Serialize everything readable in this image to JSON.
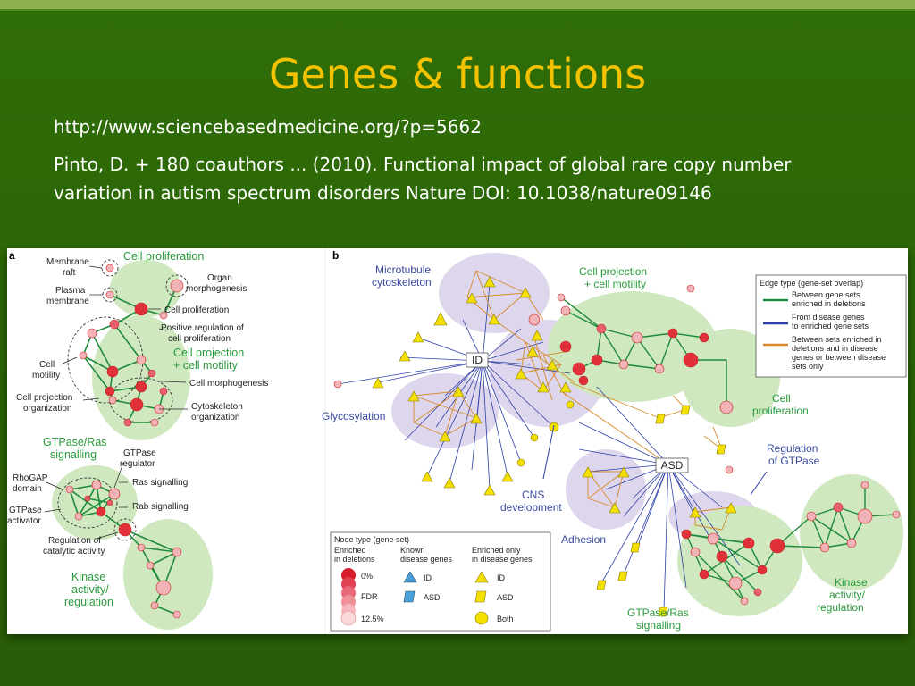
{
  "slide": {
    "title": "Genes & functions",
    "url": "http://www.sciencebasedmedicine.org/?p=5662",
    "citation": "Pinto, D. + 180 coauthors ... (2010). Functional impact of global rare copy number variation in autism spectrum disorders Nature DOI: 10.1038/nature09146"
  },
  "colors": {
    "background": "#2e6a08",
    "title": "#f2c200",
    "text": "#ffffff",
    "edge_deletions": "#1e8a3a",
    "edge_disease": "#2c3fa8",
    "edge_other": "#d88a2a",
    "cluster_green": "#cfe8bf",
    "cluster_purple": "#ddd6ec",
    "node_red": "#e0303a",
    "node_pink": "#f2b3b8",
    "node_yellow": "#f3e000"
  },
  "figure": {
    "panel_a": {
      "label": "a",
      "cluster_titles": {
        "cell_proliferation": "Cell proliferation",
        "cell_projection_1": "Cell projection",
        "cell_projection_2": "+ cell motility",
        "gtpase_1": "GTPase/Ras",
        "gtpase_2": "signalling",
        "kinase_1": "Kinase",
        "kinase_2": "activity/",
        "kinase_3": "regulation"
      },
      "labels": {
        "membrane_raft_1": "Membrane",
        "membrane_raft_2": "raft",
        "plasma_membrane_1": "Plasma",
        "plasma_membrane_2": "membrane",
        "organ_1": "Organ",
        "organ_2": "morphogenesis",
        "cell_prolif": "Cell proliferation",
        "pos_reg_1": "Positive regulation of",
        "pos_reg_2": "cell proliferation",
        "cell_motility_1": "Cell",
        "cell_motility_2": "motility",
        "cell_morph": "Cell morphogenesis",
        "cell_proj_org_1": "Cell projection",
        "cell_proj_org_2": "organization",
        "cytoskeleton_1": "Cytoskeleton",
        "cytoskeleton_2": "organization",
        "gtpase_reg_1": "GTPase",
        "gtpase_reg_2": "regulator",
        "rhogap_1": "RhoGAP",
        "rhogap_2": "domain",
        "ras": "Ras signalling",
        "gtpase_act_1": "GTPase",
        "gtpase_act_2": "activator",
        "rab": "Rab signalling",
        "reg_cat_1": "Regulation of",
        "reg_cat_2": "catalytic activity"
      }
    },
    "panel_b": {
      "label": "b",
      "cluster_titles": {
        "microtubule_1": "Microtubule",
        "microtubule_2": "cytoskeleton",
        "cell_proj_1": "Cell projection",
        "cell_proj_2": "+ cell motility",
        "glycosylation": "Glycosylation",
        "cell_prolif_1": "Cell",
        "cell_prolif_2": "proliferation",
        "reg_gtpase_1": "Regulation",
        "reg_gtpase_2": "of GTPase",
        "cns_1": "CNS",
        "cns_2": "development",
        "adhesion": "Adhesion",
        "gtpase_ras_1": "GTPase/Ras",
        "gtpase_ras_2": "signalling",
        "kinase_1": "Kinase",
        "kinase_2": "activity/",
        "kinase_3": "regulation"
      },
      "hubs": {
        "id": "ID",
        "asd": "ASD"
      },
      "edge_legend": {
        "title": "Edge type (gene-set overlap)",
        "deletions_1": "Between gene sets",
        "deletions_2": "enriched in deletions",
        "disease_1": "From disease genes",
        "disease_2": "to enriched gene sets",
        "other_1": "Between sets enriched in",
        "other_2": "deletions and in disease",
        "other_3": "genes or between disease",
        "other_4": "sets only"
      },
      "node_legend": {
        "title": "Node type (gene set)",
        "col1_1": "Enriched",
        "col1_2": "in deletions",
        "col2_1": "Known",
        "col2_2": "disease genes",
        "col3_1": "Enriched only",
        "col3_2": "in disease genes",
        "zero": "0%",
        "fdr": "FDR",
        "max": "12.5%",
        "id": "ID",
        "asd": "ASD",
        "id2": "ID",
        "asd2": "ASD",
        "both": "Both"
      }
    }
  }
}
